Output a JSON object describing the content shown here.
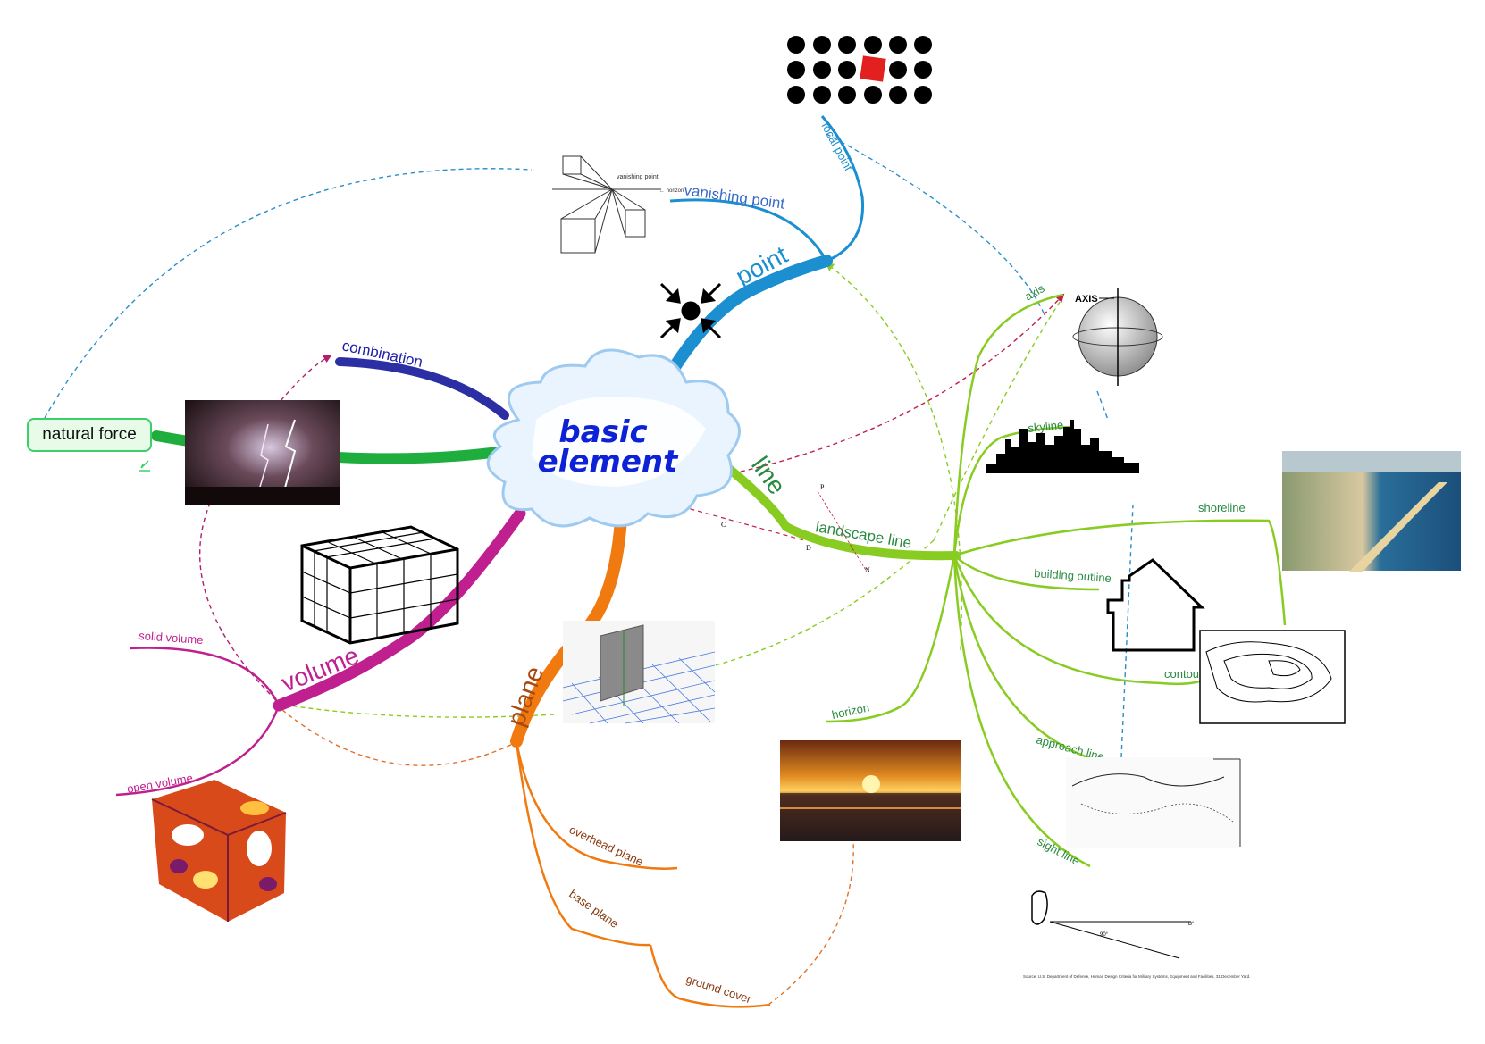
{
  "central": {
    "line1": "basic",
    "line2": "element"
  },
  "natural_force": {
    "label": "natural force"
  },
  "branches": {
    "point": "point",
    "line": "line",
    "plane": "plane",
    "volume": "volume",
    "combination": "combination"
  },
  "point_children": {
    "focal_point": "focal point",
    "vanishing_point": "vanishing point"
  },
  "line_children": {
    "landscape_line": "landscape line",
    "axis": "axis",
    "skyline": "skyline",
    "shoreline": "shoreline",
    "building_outline": "building outline",
    "contour_line": "contour line",
    "approach_line": "approach line",
    "sight_line": "sight line",
    "horizon": "horizon"
  },
  "plane_children": {
    "overhead_plane": "overhead plane",
    "base_plane": "base plane",
    "ground_cover": "ground cover"
  },
  "volume_children": {
    "solid_volume": "solid volume",
    "open_volume": "open volume"
  },
  "image_text": {
    "axis_caption": "AXIS",
    "vp_caption": "vanishing point",
    "vp_horizon": "← horizon",
    "line_diag_p": "P",
    "line_diag_c": "C",
    "line_diag_d": "D",
    "line_diag_n": "N",
    "sight_deg": "90°",
    "sight_b": "B°",
    "sight_source": "Source: U.S. Department of Defense, Human Design Criteria for Military Systems, Equipment and Facilities, 31 December Yard."
  },
  "colors": {
    "point": "#1b8fd0",
    "line": "#88cc22",
    "plane": "#f07a10",
    "volume": "#c0208f",
    "combination": "#2b2fa3",
    "natural_force": "#1fae3e",
    "central_text": "#0d22d6"
  },
  "icons": [
    "converging-arrows-icon",
    "dot-grid-icon",
    "pencil-icon"
  ]
}
